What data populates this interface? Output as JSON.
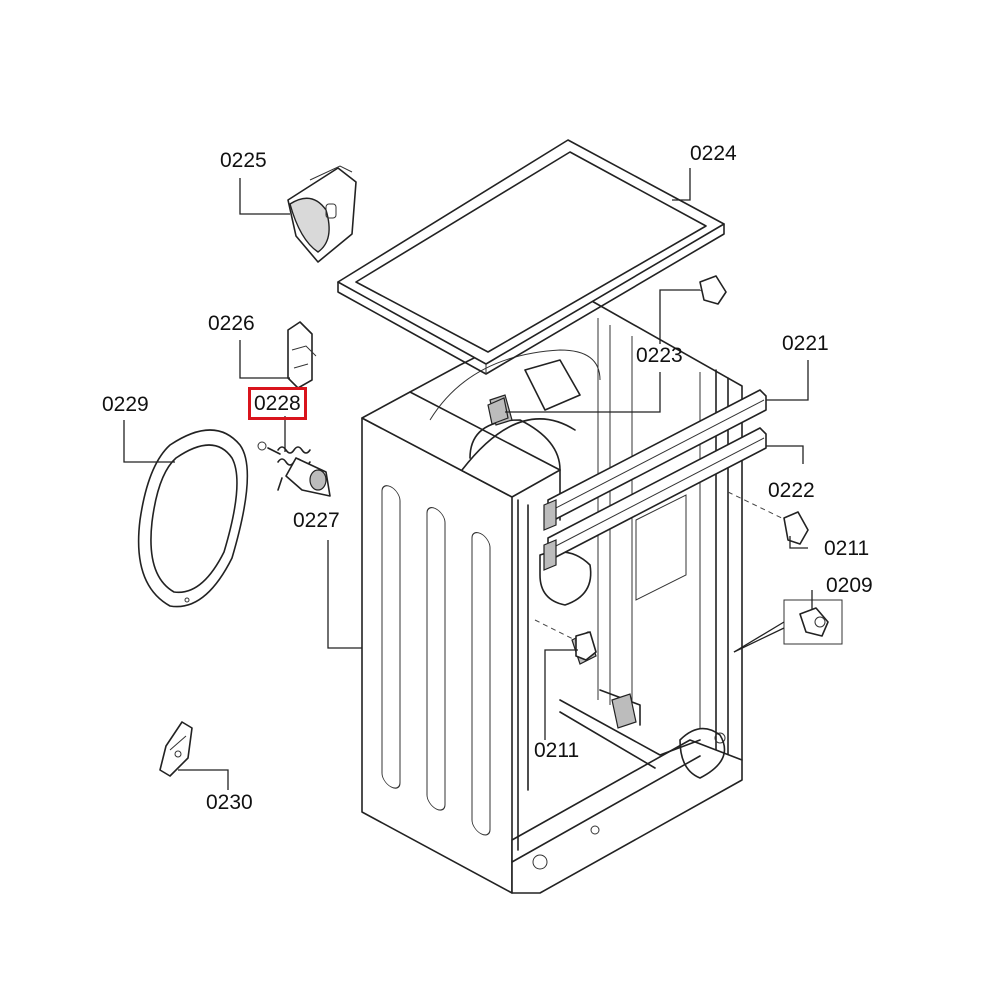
{
  "diagram": {
    "highlight_color": "#d9141c",
    "parts": [
      {
        "id": "p0225",
        "number": "0225",
        "highlighted": false
      },
      {
        "id": "p0224",
        "number": "0224",
        "highlighted": false
      },
      {
        "id": "p0226",
        "number": "0226",
        "highlighted": false
      },
      {
        "id": "p0223",
        "number": "0223",
        "highlighted": false
      },
      {
        "id": "p0221",
        "number": "0221",
        "highlighted": false
      },
      {
        "id": "p0228",
        "number": "0228",
        "highlighted": true
      },
      {
        "id": "p0229",
        "number": "0229",
        "highlighted": false
      },
      {
        "id": "p0222",
        "number": "0222",
        "highlighted": false
      },
      {
        "id": "p0227",
        "number": "0227",
        "highlighted": false
      },
      {
        "id": "p0211a",
        "number": "0211",
        "highlighted": false
      },
      {
        "id": "p0209",
        "number": "0209",
        "highlighted": false
      },
      {
        "id": "p0211b",
        "number": "0211",
        "highlighted": false
      },
      {
        "id": "p0230",
        "number": "0230",
        "highlighted": false
      }
    ]
  }
}
